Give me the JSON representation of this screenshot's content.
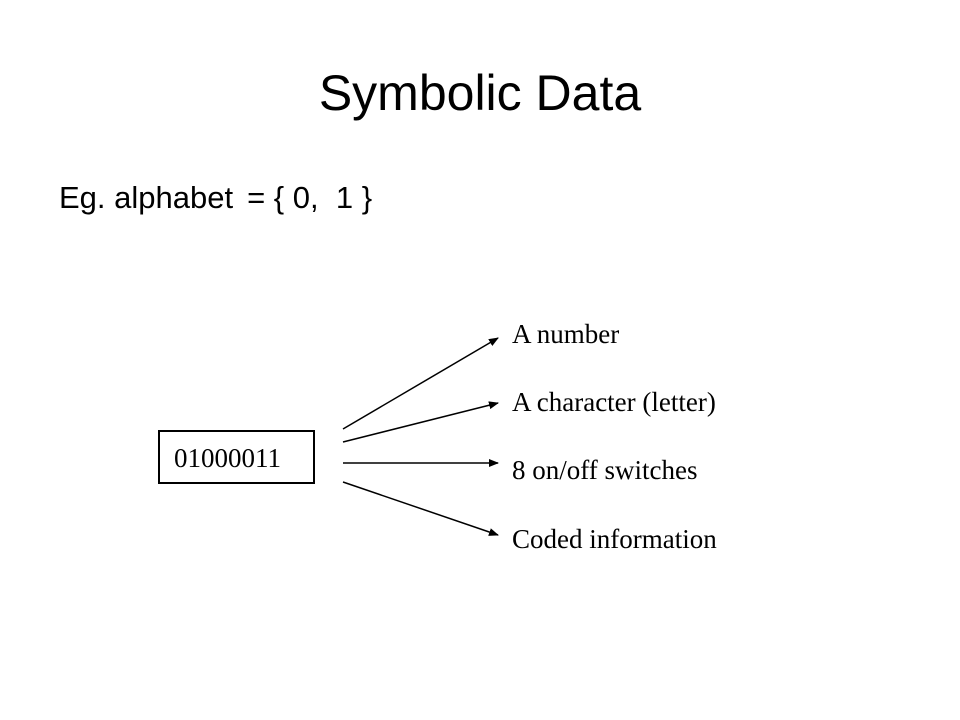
{
  "slide": {
    "title": "Symbolic Data",
    "body": {
      "prefix": "Eg. alphabet",
      "set": "= { 0,  1 }"
    }
  },
  "diagram": {
    "source_code": "01000011",
    "interpretations": [
      "A number",
      "A character (letter)",
      "8 on/off switches",
      "Coded information"
    ]
  }
}
